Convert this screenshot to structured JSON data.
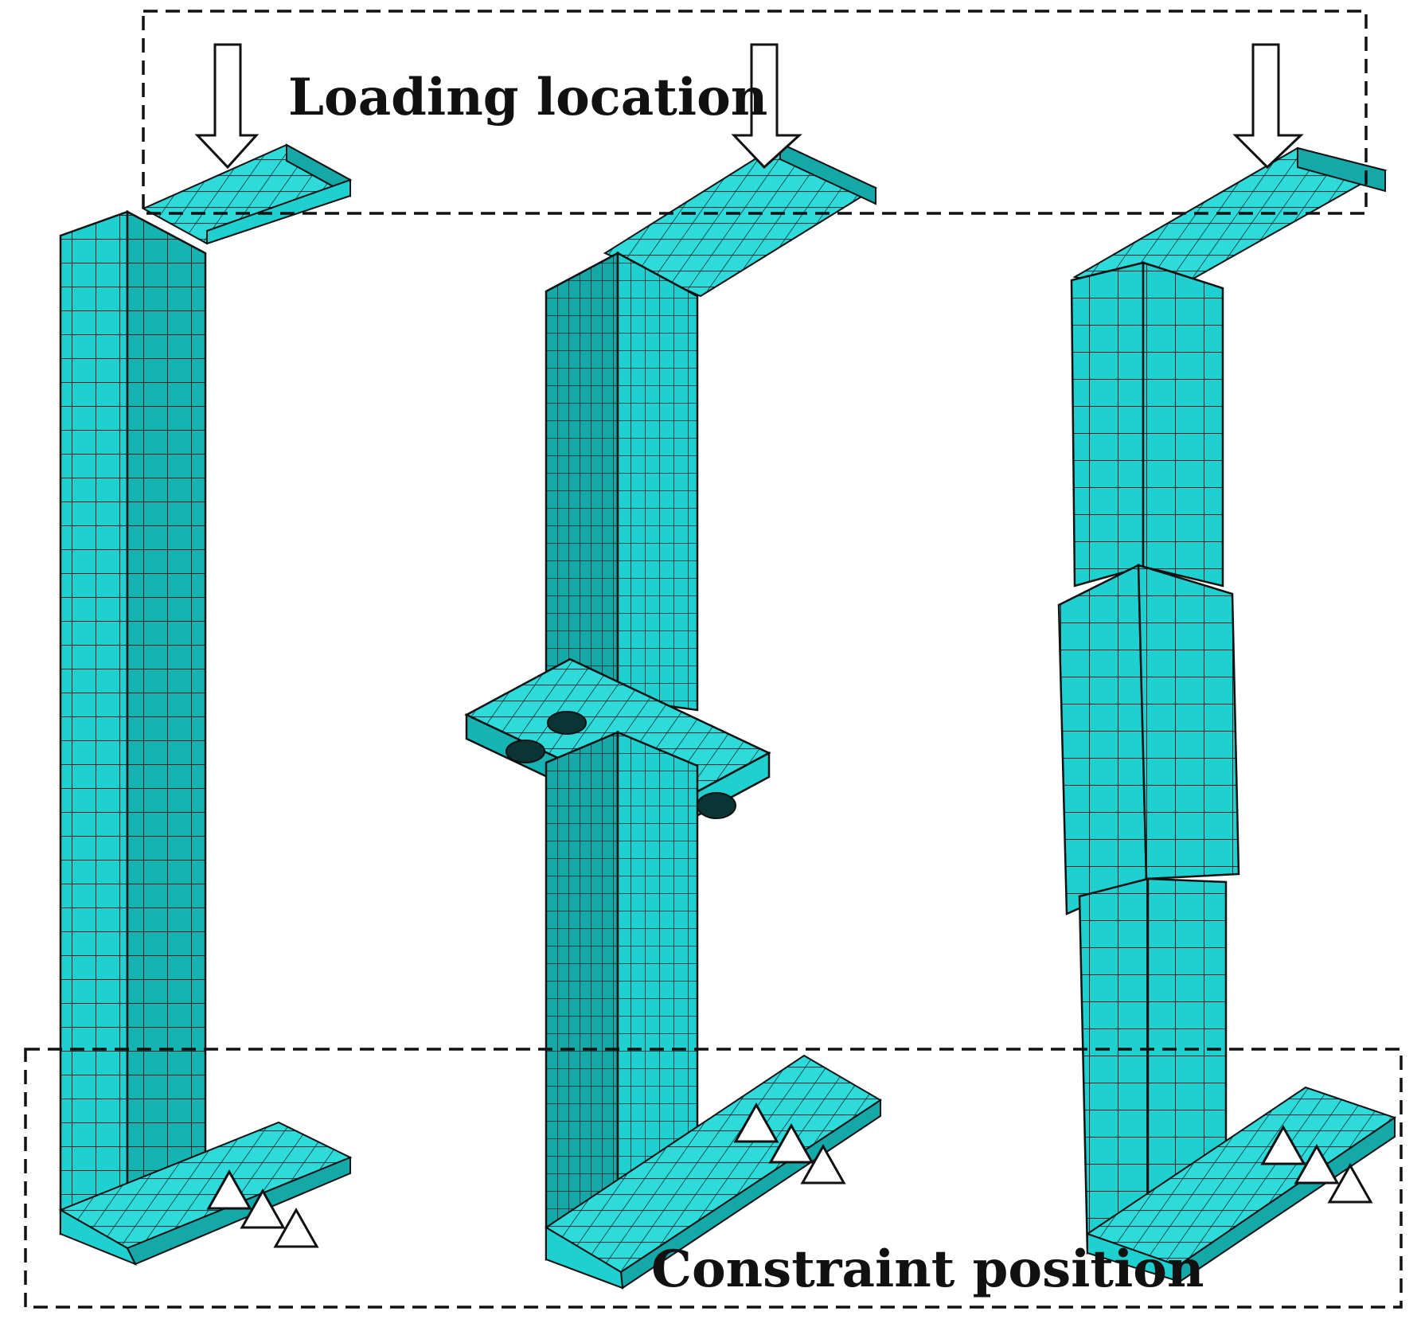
{
  "labels": {
    "loading": "Loading location",
    "constraint": "Constraint position"
  },
  "colors": {
    "mesh_fill": "#1fd0d0",
    "mesh_dark": "#139c9c",
    "mesh_light": "#33e0e0",
    "mesh_line": "#0b2a2a",
    "outline": "#111111",
    "marker_fill": "#ffffff"
  },
  "specimens": [
    {
      "name": "plain-column",
      "joint": "none"
    },
    {
      "name": "bolted-flange-column",
      "joint": "bolted-flange"
    },
    {
      "name": "sleeve-joint-column",
      "joint": "sleeve"
    }
  ],
  "icons": {
    "load": "down-arrow-icon",
    "support": "triangle-support-icon"
  }
}
